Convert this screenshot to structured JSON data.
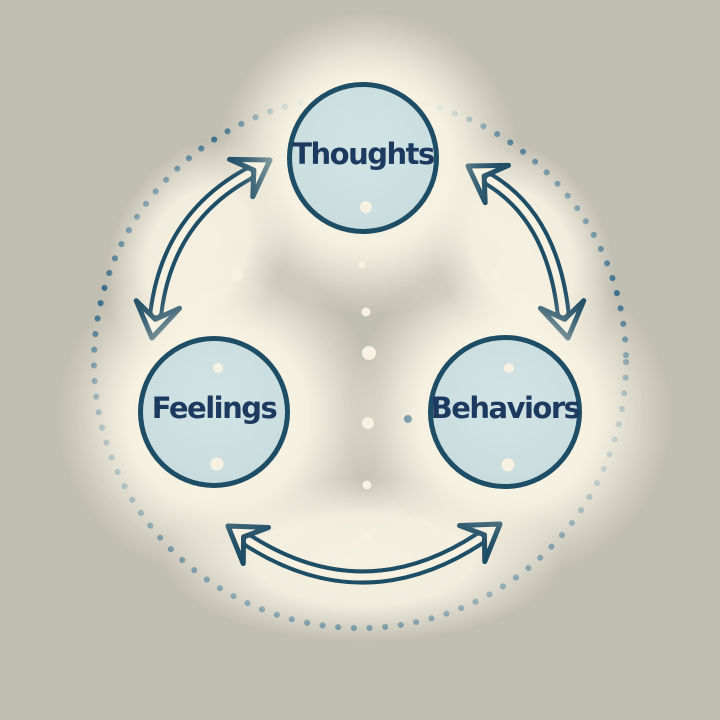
{
  "diagram": {
    "type": "cycle",
    "description": "Three-node bidirectional cycle diagram (CBT triangle) with dotted outer ring",
    "nodes": [
      {
        "id": "thoughts",
        "label": "Thoughts"
      },
      {
        "id": "feelings",
        "label": "Feelings"
      },
      {
        "id": "behaviors",
        "label": "Behaviors"
      }
    ],
    "edges": [
      {
        "from": "thoughts",
        "to": "feelings",
        "bidirectional": true,
        "style": "outlined-curved-arrow"
      },
      {
        "from": "thoughts",
        "to": "behaviors",
        "bidirectional": true,
        "style": "outlined-curved-arrow"
      },
      {
        "from": "feelings",
        "to": "behaviors",
        "bidirectional": true,
        "style": "outlined-curved-arrow"
      }
    ]
  },
  "colors": {
    "bg": "#c1beb2",
    "cream": "#f6f1e1",
    "node-fill": "#cbdee0",
    "node-border": "#1e4d66",
    "label": "#1c3a60",
    "line": "#1e4d66",
    "dot-ring": "#336a8a"
  }
}
